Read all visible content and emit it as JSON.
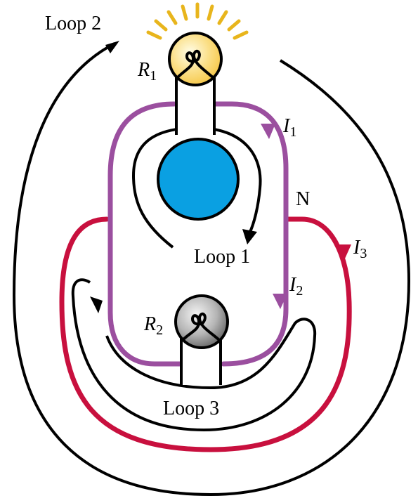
{
  "labels": {
    "loop1": "Loop 1",
    "loop2": "Loop 2",
    "loop3": "Loop 3",
    "node": "N",
    "r1": {
      "main": "R",
      "sub": "1"
    },
    "r2": {
      "main": "R",
      "sub": "2"
    },
    "i1": {
      "main": "I",
      "sub": "1"
    },
    "i2": {
      "main": "I",
      "sub": "2"
    },
    "i3": {
      "main": "I",
      "sub": "3"
    }
  },
  "colors": {
    "loop_i1_i2": "#9b4f9f",
    "loop_i3": "#c8103e",
    "battery": "#0aa0e2",
    "bulb_lit": "#f6c84a",
    "bulb_rays": "#e8b51c",
    "bulb_unlit": "#8a8a8a",
    "stroke": "#000000"
  }
}
